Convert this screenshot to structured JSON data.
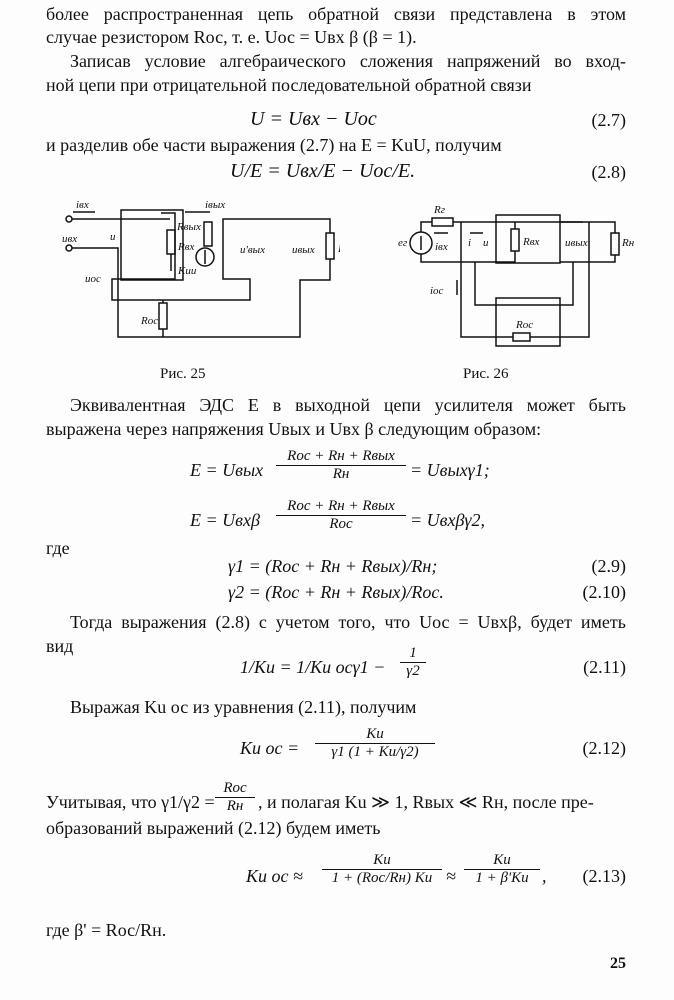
{
  "text": {
    "l1": "более распространенная цепь обратной связи представлена в этом",
    "l2": "случае резистором Rос, т. е. Uос = Uвх β (β = 1).",
    "l3": "Записав условие алгебраического сложения напряжений во вход-",
    "l4": "ной цепи при отрицательной последовательной обратной связи",
    "l5": "и разделив обе части выражения (2.7) на E = KuU, получим",
    "l6": "Эквивалентная ЭДС E в выходной цепи усилителя может быть",
    "l7": "выражена через напряжения Uвых и Uвх β следующим образом:",
    "l8": "где",
    "l9": "Тогда выражения (2.8) с учетом того, что Uос = Uвхβ, будет иметь",
    "l10": "вид",
    "l11": "Выражая Ku ос из уравнения (2.11), получим",
    "l12a": "Учитывая, что γ1/γ2 =",
    "l12b": ", и полагая Ku ≫ 1, Rвых ≪ Rн, после пре-",
    "l13": "образований выражений (2.12) будем иметь",
    "l14": "где β' = Rос/Rн."
  },
  "equations": {
    "e27": "U = Uвх − Uос",
    "n27": "(2.7)",
    "e28": "U/E = Uвх/E − Uос/E.",
    "n28": "(2.8)",
    "eA_left": "E = Uвых",
    "eA_num": "Rос + Rн + Rвых",
    "eA_den": "Rн",
    "eA_right": "= Uвыхγ1;",
    "eB_left": "E = Uвхβ",
    "eB_num": "Rос + Rн + Rвых",
    "eB_den": "Rос",
    "eB_right": "= Uвхβγ2,",
    "e29": "γ1 = (Rос + Rн + Rвых)/Rн;",
    "n29": "(2.9)",
    "e210": "γ2 = (Rос + Rн + Rвых)/Rос.",
    "n210": "(2.10)",
    "e211_left": "1/Ku = 1/Ku осγ1 −",
    "e211_num": "1",
    "e211_den": "γ2",
    "n211": "(2.11)",
    "e212_left": "Ku ос =",
    "e212_num": "Ku",
    "e212_den": "γ1 (1 + Ku/γ2)",
    "n212": "(2.12)",
    "frac_num": "Rос",
    "frac_den": "Rн",
    "e213_left": "Ku ос ≈",
    "e213_num": "Kи",
    "e213_den": "1 + (Rос/Rн) Ku",
    "e213_mid": "≈",
    "e213_num2": "Ku",
    "e213_den2": "1 + β'Ku",
    "e213_end": ",",
    "n213": "(2.13)"
  },
  "figures": {
    "fig25": {
      "caption": "Рис. 25",
      "labels": [
        "iвх",
        "uвх",
        "u",
        "Rвых",
        "Rвх",
        "Kuu",
        "u'вых",
        "uвых",
        "Rн",
        "uос",
        "Rос",
        "iвых"
      ]
    },
    "fig26": {
      "caption": "Рис. 26",
      "labels": [
        "Rг",
        "eг",
        "iвх",
        "i",
        "u",
        "Rвх",
        "uвых",
        "Rн",
        "iос",
        "Rос"
      ]
    }
  },
  "page_number": "25"
}
